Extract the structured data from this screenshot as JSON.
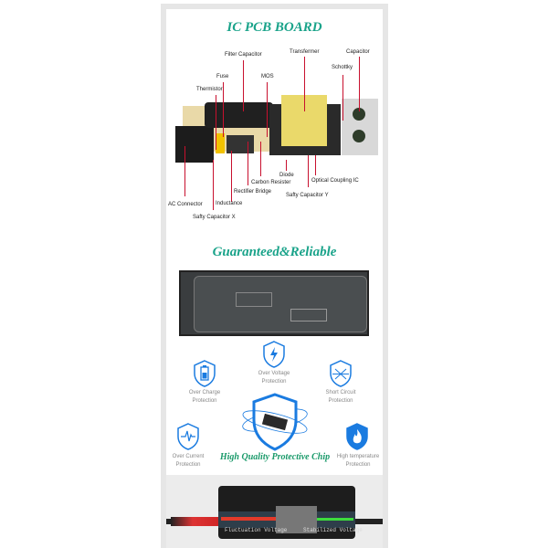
{
  "section1": {
    "title": "IC PCB BOARD",
    "labels": {
      "filter_capacitor": "Filter Capacitor",
      "transformer": "Transfermer",
      "capacitor": "Capacitor",
      "schottky": "Schottky",
      "fuse": "Fuse",
      "mos": "MOS",
      "thermistor": "Thermistor",
      "diode": "Diode",
      "carbon_resister": "Carbon Resister",
      "optical_coupling_ic": "Optical Coupling IC",
      "rectifier_bridge": "Rectifier Bridge",
      "safty_capacitor_y": "Safty Capacitor Y",
      "ac_connector": "AC Connector",
      "inductance": "Inductance",
      "safty_capacitor_x": "Safty Capacitor X"
    }
  },
  "section2": {
    "title": "Guaranteed&Reliable"
  },
  "section3": {
    "chip_title": "High Quality Protective Chip",
    "features": [
      {
        "label": "Over Voltage",
        "sub": "Protection",
        "icon": "lightning-shield-icon"
      },
      {
        "label": "Over Charge",
        "sub": "Protection",
        "icon": "battery-shield-icon"
      },
      {
        "label": "Short Circuit",
        "sub": "Protection",
        "icon": "short-circuit-shield-icon"
      },
      {
        "label": "Over Current",
        "sub": "Protection",
        "icon": "pulse-shield-icon"
      },
      {
        "label": "High temperature",
        "sub": "Protection",
        "icon": "flame-shield-icon"
      }
    ],
    "accent": "#1a7be0"
  },
  "section4": {
    "left_label": "Fluctuation Voltage",
    "right_label": "Stabilized Voltage"
  }
}
